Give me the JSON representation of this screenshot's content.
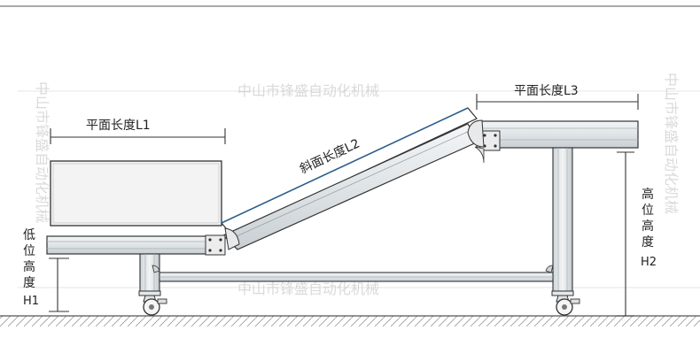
{
  "labels": {
    "flat_length_l1": "平面长度L1",
    "incline_length_l2": "斜面长度L2",
    "flat_length_l3": "平面长度L3",
    "low_height_h1": [
      "低",
      "位",
      "高",
      "度",
      "H1"
    ],
    "high_height_h2": [
      "高",
      "位",
      "高",
      "度",
      "H2"
    ]
  },
  "watermark": "中山市锋盛自动化机械",
  "colors": {
    "line": "#3a3a3a",
    "frame": "#dfe3e6",
    "incline_highlight": "#2f5f8f"
  }
}
